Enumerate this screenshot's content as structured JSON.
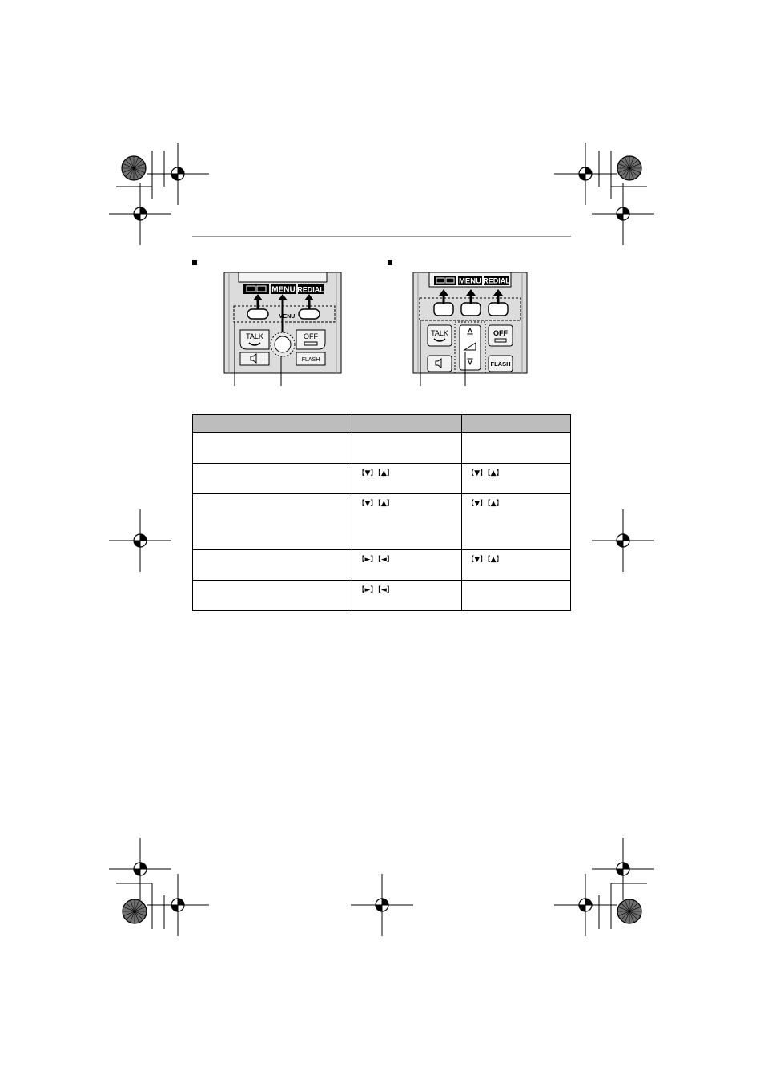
{
  "left_figure": {
    "soft_key_labels": [
      "MENU",
      "REDIAL"
    ],
    "middle_label": "MENU",
    "talk_label": "TALK",
    "off_label": "OFF",
    "flash_label": "FLASH"
  },
  "right_figure": {
    "soft_key_labels": [
      "MENU",
      "REDIAL"
    ],
    "talk_label": "TALK",
    "off_label": "OFF",
    "flash_label": "FLASH"
  },
  "table": {
    "rows": [
      {
        "c2": "",
        "c3": ""
      },
      {
        "c2": "【▼】【▲】",
        "c3": "【▼】【▲】"
      },
      {
        "c2": "【▼】【▲】",
        "c3": "【▼】【▲】"
      },
      {
        "c2": "【►】【◄】",
        "c3": "【▼】【▲】"
      },
      {
        "c2": "【►】【◄】",
        "c3": ""
      }
    ]
  }
}
